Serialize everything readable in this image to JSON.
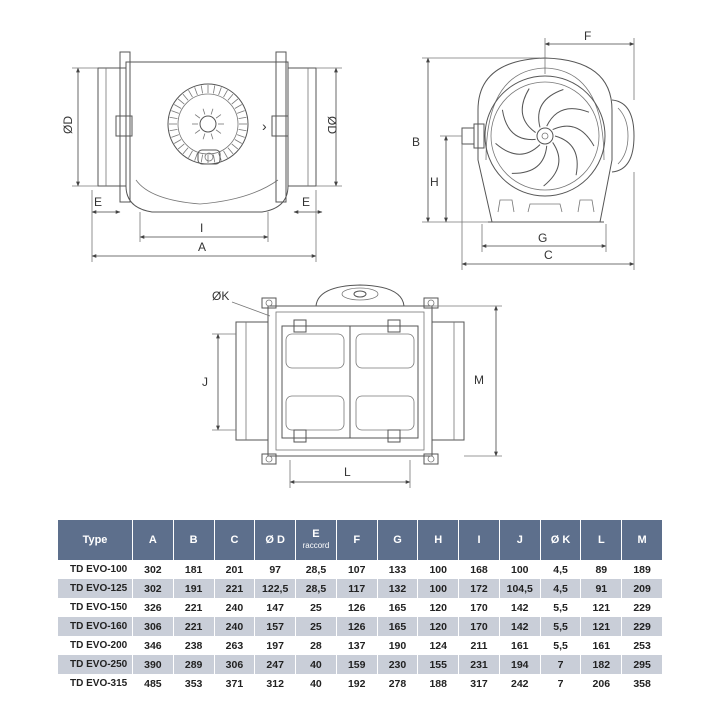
{
  "drawing": {
    "labels": {
      "od": "ØD",
      "od2": "ØD",
      "e": "E",
      "e2": "E",
      "i": "I",
      "a": "A",
      "f": "F",
      "b": "B",
      "h": "H",
      "g": "G",
      "c": "C",
      "ok": "ØK",
      "j": "J",
      "m": "M",
      "l": "L"
    }
  },
  "table": {
    "headers": [
      "Type",
      "A",
      "B",
      "C",
      "Ø D",
      "E",
      "F",
      "G",
      "H",
      "I",
      "J",
      "Ø K",
      "L",
      "M"
    ],
    "e_sub": "raccord",
    "rows": [
      [
        "TD EVO-100",
        "302",
        "181",
        "201",
        "97",
        "28,5",
        "107",
        "133",
        "100",
        "168",
        "100",
        "4,5",
        "89",
        "189"
      ],
      [
        "TD EVO-125",
        "302",
        "191",
        "221",
        "122,5",
        "28,5",
        "117",
        "132",
        "100",
        "172",
        "104,5",
        "4,5",
        "91",
        "209"
      ],
      [
        "TD EVO-150",
        "326",
        "221",
        "240",
        "147",
        "25",
        "126",
        "165",
        "120",
        "170",
        "142",
        "5,5",
        "121",
        "229"
      ],
      [
        "TD EVO-160",
        "306",
        "221",
        "240",
        "157",
        "25",
        "126",
        "165",
        "120",
        "170",
        "142",
        "5,5",
        "121",
        "229"
      ],
      [
        "TD EVO-200",
        "346",
        "238",
        "263",
        "197",
        "28",
        "137",
        "190",
        "124",
        "211",
        "161",
        "5,5",
        "161",
        "253"
      ],
      [
        "TD EVO-250",
        "390",
        "289",
        "306",
        "247",
        "40",
        "159",
        "230",
        "155",
        "231",
        "194",
        "7",
        "182",
        "295"
      ],
      [
        "TD EVO-315",
        "485",
        "353",
        "371",
        "312",
        "40",
        "192",
        "278",
        "188",
        "317",
        "242",
        "7",
        "206",
        "358"
      ]
    ]
  }
}
